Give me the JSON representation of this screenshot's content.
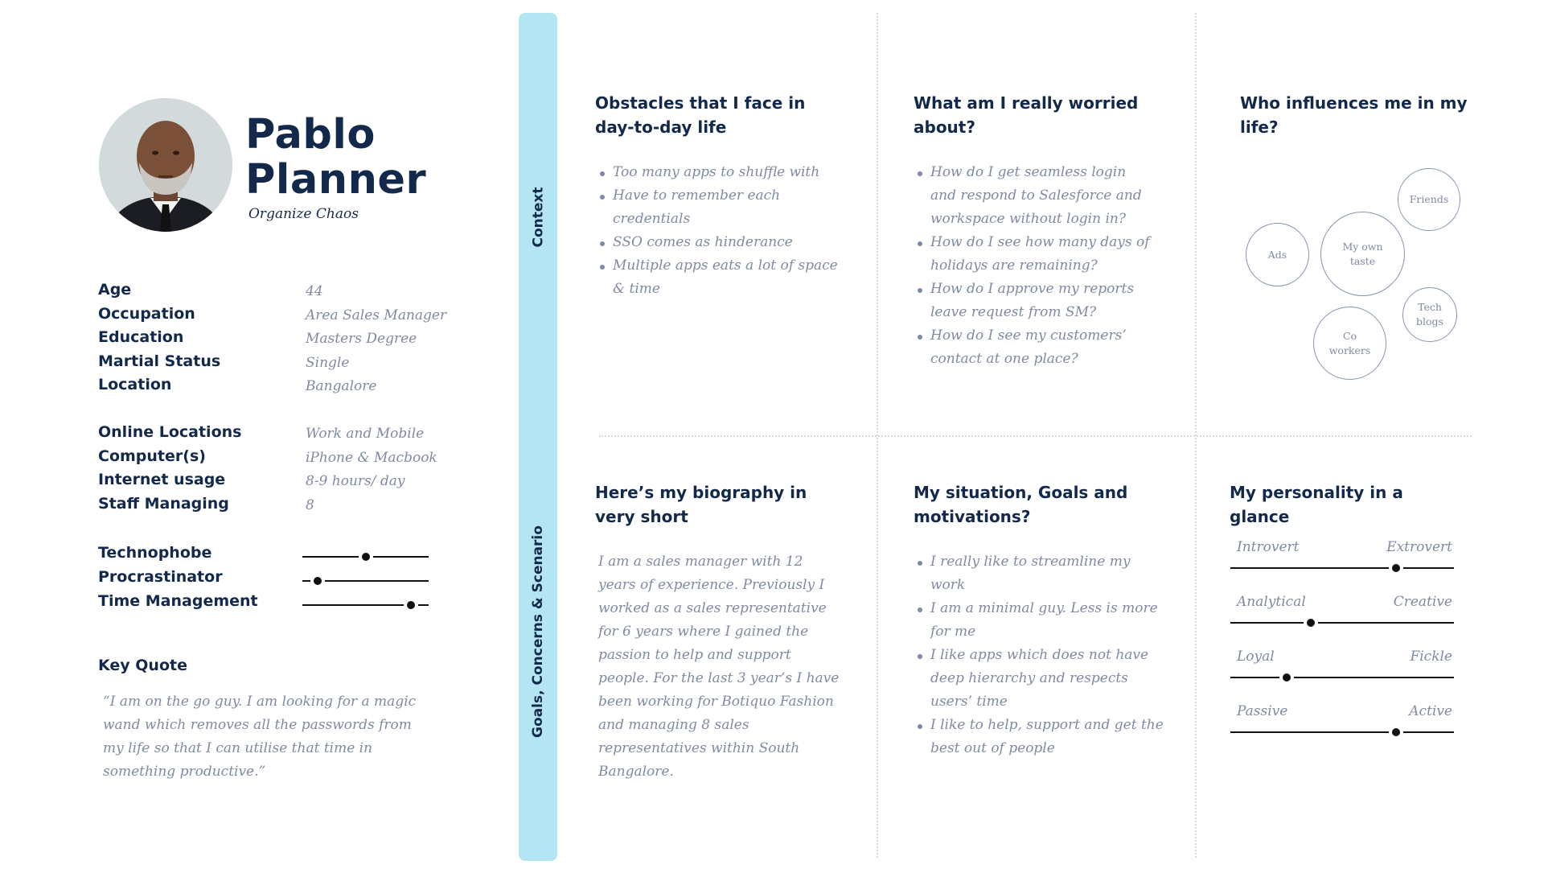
{
  "profile": {
    "name_line1": "Pablo",
    "name_line2": "Planner",
    "tagline": "Organize Chaos",
    "details": [
      {
        "label": "Age",
        "value": "44"
      },
      {
        "label": "Occupation",
        "value": "Area Sales Manager"
      },
      {
        "label": "Education",
        "value": "Masters Degree"
      },
      {
        "label": "Martial Status",
        "value": "Single"
      },
      {
        "label": "Location",
        "value": "Bangalore"
      }
    ],
    "online": [
      {
        "label": "Online Locations",
        "value": "Work and Mobile"
      },
      {
        "label": "Computer(s)",
        "value": "iPhone & Macbook"
      },
      {
        "label": "Internet usage",
        "value": "8-9 hours/ day"
      },
      {
        "label": "Staff Managing",
        "value": "8"
      }
    ],
    "traits": [
      {
        "label": "Technophobe",
        "level": 0.5
      },
      {
        "label": "Procrastinator",
        "level": 0.12
      },
      {
        "label": "Time Management",
        "level": 0.86
      }
    ],
    "key_quote_title": "Key Quote",
    "key_quote": "“I am on the go guy. I am looking for a magic wand which removes all the passwords from my life so that I can utilise that time in something productive.”"
  },
  "sidebar": {
    "context_label": "Context",
    "goals_label": "Goals, Concerns & Scenario"
  },
  "obstacles": {
    "title": "Obstacles that I face in day-to-day life",
    "items": [
      "Too many apps to shuffle with",
      "Have to remember each credentials",
      "SSO comes as hinderance",
      "Multiple apps eats a lot of space & time"
    ]
  },
  "worries": {
    "title": "What am I really worried about?",
    "items": [
      "How do I get seamless login and respond to Salesforce and workspace without login in?",
      "How do I see how many days of holidays are remaining?",
      "How do I approve my reports leave request from SM?",
      "How do I see my customers’ contact at one place?"
    ]
  },
  "influences": {
    "title": "Who influences me in my life?",
    "bubbles": {
      "friends": "Friends",
      "ads": "Ads",
      "my_own_taste": "My own taste",
      "tech_blogs": "Tech blogs",
      "co_workers": "Co workers"
    }
  },
  "biography": {
    "title": "Here’s my biography in very short",
    "text": "I am a sales manager with 12 years of experience. Previously I worked as a sales representative for 6 years where I gained the passion to help and support people. For the last 3 year’s I have been working for Botiquo Fashion and managing 8 sales representatives within South Bangalore."
  },
  "goals": {
    "title": "My situation, Goals and motivations?",
    "items": [
      "I really like to streamline my work",
      "I am a minimal guy. Less is more for me",
      "I like apps which does not have deep hierarchy and respects users’ time",
      "I like to help, support and get the best out of people"
    ]
  },
  "personality": {
    "title": "My personality in a glance",
    "scales": [
      {
        "left": "Introvert",
        "right": "Extrovert",
        "level": 0.74
      },
      {
        "left": "Analytical",
        "right": "Creative",
        "level": 0.36
      },
      {
        "left": "Loyal",
        "right": "Fickle",
        "level": 0.25
      },
      {
        "left": "Passive",
        "right": "Active",
        "level": 0.74
      }
    ]
  },
  "colors": {
    "navy": "#13294b",
    "muted_text": "#7f8aa3",
    "sidebar_bar": "#b3e6f2",
    "divider": "#d6dbe3"
  }
}
